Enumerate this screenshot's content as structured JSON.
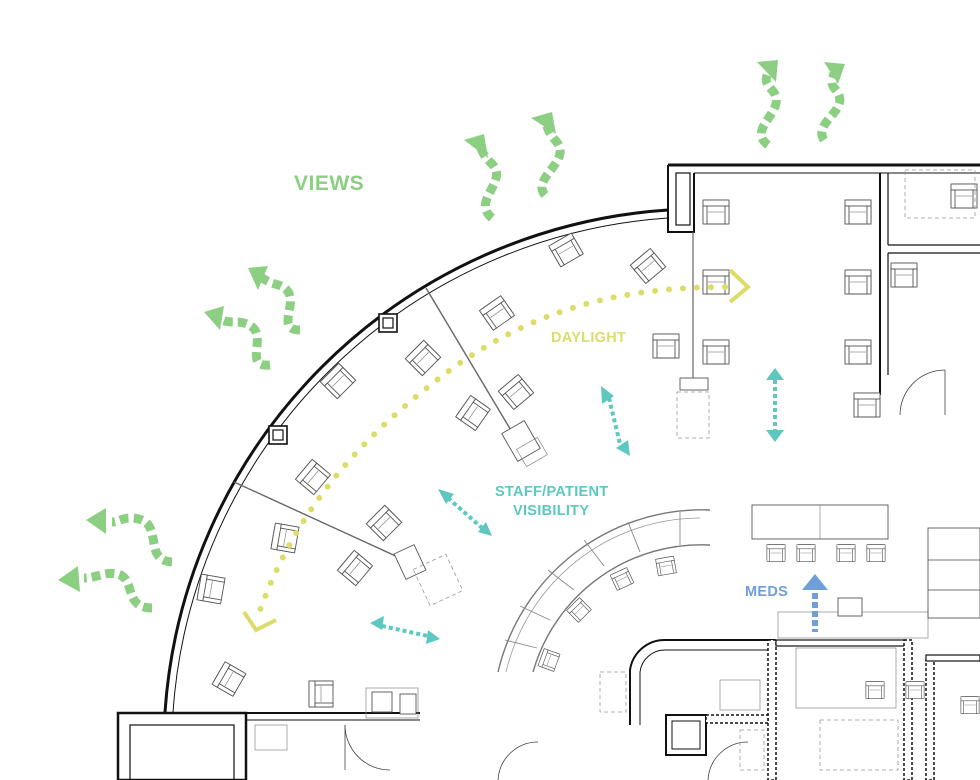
{
  "labels": {
    "views": "VIEWS",
    "daylight": "DAYLIGHT",
    "visibility_line1": "STAFF/PATIENT",
    "visibility_line2": "VISIBILITY",
    "meds": "MEDS"
  },
  "colors": {
    "views": "#8ccf83",
    "daylight": "#dcdc6a",
    "visibility": "#5cc8c0",
    "meds": "#6f9fd8",
    "walls": "#111111"
  },
  "icons": {
    "view_arrow": "squiggly-arrow-icon",
    "daylight_arrow": "dotted-curve-arrow-icon",
    "visibility_arrow": "double-headed-dotted-arrow-icon",
    "meds_arrow": "up-arrow-icon"
  }
}
